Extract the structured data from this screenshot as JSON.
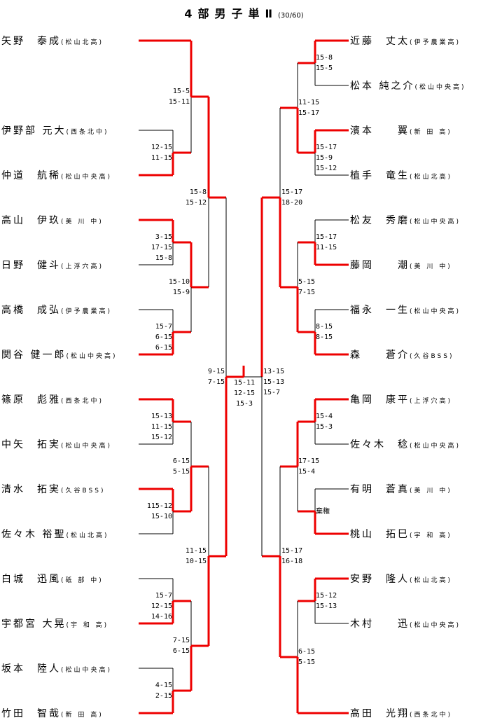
{
  "title": {
    "main": "4部男子単Ⅱ",
    "sub": "(30/60)"
  },
  "colors": {
    "winner_line": "#ee0000",
    "line": "#000000"
  },
  "left_players": [
    {
      "name": "矢野　泰成",
      "school": "(松山北高)"
    },
    {
      "name": "伊野部 元大",
      "school": "(西条北中)"
    },
    {
      "name": "仲道　航稀",
      "school": "(松山中央高)"
    },
    {
      "name": "高山　伊玖",
      "school": "(美 川 中)"
    },
    {
      "name": "日野　健斗",
      "school": "(上浮穴高)"
    },
    {
      "name": "高橋　成弘",
      "school": "(伊予農業高)"
    },
    {
      "name": "関谷 健一郎",
      "school": "(松山中央高)"
    },
    {
      "name": "篠原　彪雅",
      "school": "(西条北中)"
    },
    {
      "name": "中矢　拓実",
      "school": "(松山中央高)"
    },
    {
      "name": "清水　拓実",
      "school": "(久谷BSS)"
    },
    {
      "name": "佐々木 裕聖",
      "school": "(松山北高)"
    },
    {
      "name": "白城　迅風",
      "school": "(砥 部 中)"
    },
    {
      "name": "宇都宮 大晃",
      "school": "(宇 和 高)"
    },
    {
      "name": "坂本　陸人",
      "school": "(松山中央高)"
    },
    {
      "name": "竹田　智哉",
      "school": "(新 田 高)"
    }
  ],
  "right_players": [
    {
      "name": "近藤　丈太",
      "school": "(伊予農業高)"
    },
    {
      "name": "松本 純之介",
      "school": "(松山中央高)"
    },
    {
      "name": "濱本　　翼",
      "school": "(新 田 高)"
    },
    {
      "name": "植手　竜生",
      "school": "(松山北高)"
    },
    {
      "name": "松友　秀磨",
      "school": "(松山中央高)"
    },
    {
      "name": "藤岡　　潮",
      "school": "(美 川 中)"
    },
    {
      "name": "福永　一生",
      "school": "(松山中央高)"
    },
    {
      "name": "森　　蒼介",
      "school": "(久谷BSS)"
    },
    {
      "name": "亀岡　康平",
      "school": "(上浮穴高)"
    },
    {
      "name": "佐々木　稔",
      "school": "(松山中央高)"
    },
    {
      "name": "有明　蒼真",
      "school": "(美 川 中)"
    },
    {
      "name": "桃山　拓巳",
      "school": "(宇 和 高)"
    },
    {
      "name": "安野　隆人",
      "school": "(松山北高)"
    },
    {
      "name": "木村　　迅",
      "school": "(松山中央高)"
    },
    {
      "name": "高田　光翔",
      "school": "(西条北中)"
    }
  ],
  "scores": {
    "l_r1_a": "12-15\n11-15",
    "l_r1_b": "3-15\n17-15\n15-8",
    "l_r1_c": "15-7\n6-15\n6-15",
    "l_r1_d": "15-13\n11-15\n15-12",
    "l_r1_e": "115-12\n15-10",
    "l_r1_f": "15-7\n12-15\n14-16",
    "l_r1_g": "4-15\n2-15",
    "l_r2_a": "15-5\n15-11",
    "l_r2_b": "15-10\n15-9",
    "l_r2_c": "6-15\n5-15",
    "l_r2_d": "7-15\n6-15",
    "l_r3_a": "15-8\n15-12",
    "l_r3_b": "11-15\n10-15",
    "l_semi": "9-15\n7-15",
    "final": "15-11\n12-15\n15-3",
    "r_semi": "13-15\n15-13\n15-7",
    "r_r3_a": "15-17\n18-20",
    "r_r3_b": "15-17\n16-18",
    "r_r2_a": "11-15\n15-17",
    "r_r2_b": "5-15\n7-15",
    "r_r2_c": "17-15\n15-4",
    "r_r2_d": "6-15\n5-15",
    "r_r1_a": "15-8\n15-5",
    "r_r1_b": "15-17\n15-9\n15-12",
    "r_r1_c": "15-17\n11-15",
    "r_r1_d": "8-15\n8-15",
    "r_r1_e": "15-4\n15-3",
    "r_r1_f": "棄権",
    "r_r1_g": "15-12\n15-13"
  }
}
